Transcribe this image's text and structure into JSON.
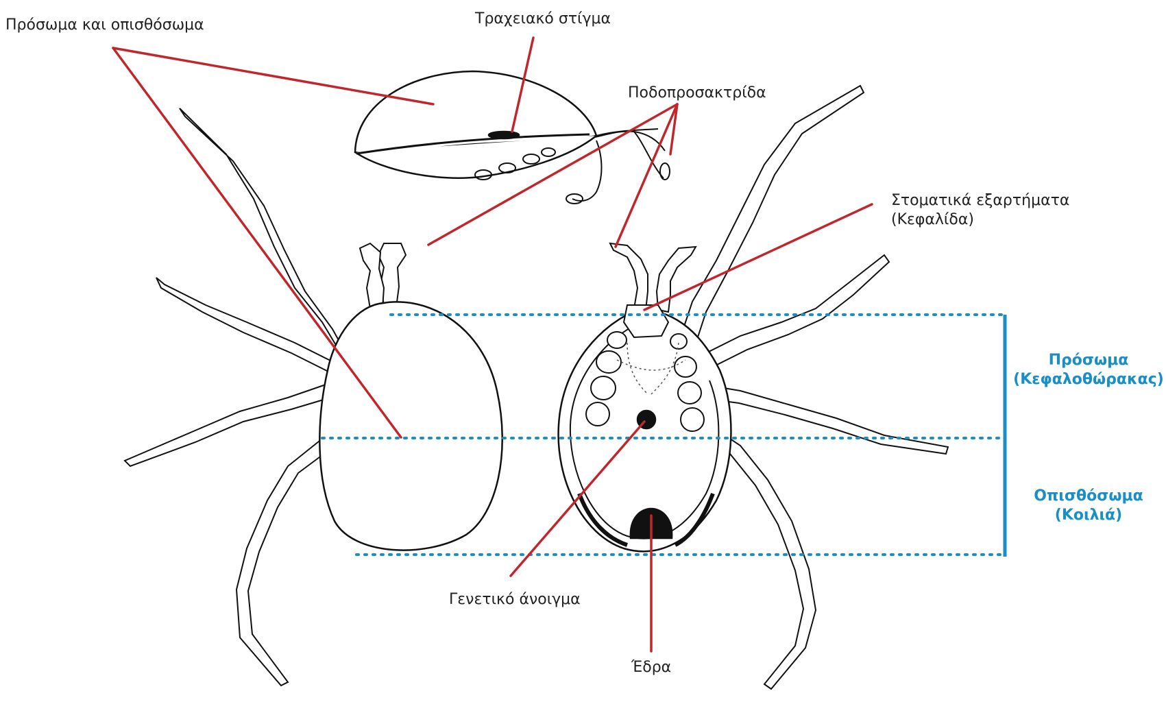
{
  "labels": {
    "prosoma_opisthosoma": "Πρόσωμα και οπισθόσωμα",
    "tracheal_stigma": "Τραχειακό στίγμα",
    "tarsal_claw": "Ποδοπροσακτρίδα",
    "mouthparts_line1": "Στοματικά εξαρτήματα",
    "mouthparts_line2": "(Κεφαλίδα)",
    "genital_opening": "Γενετικό άνοιγμα",
    "anus": "Έδρα"
  },
  "regions": {
    "prosoma_line1": "Πρόσωμα",
    "prosoma_line2": "(Κεφαλοθώρακας)",
    "opisthosoma_line1": "Οπισθόσωμα",
    "opisthosoma_line2": "(Κοιλιά)"
  },
  "colors": {
    "leader_line": "#c0272d",
    "region_marker": "#1a8fc6",
    "outline": "#111111"
  }
}
